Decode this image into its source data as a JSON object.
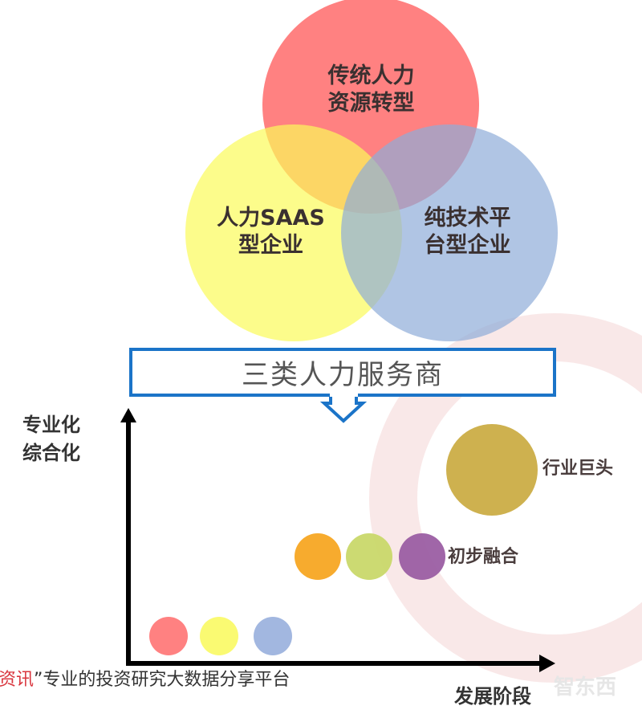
{
  "venn": {
    "circles": [
      {
        "label": "传统人力资源转型",
        "line1": "传统人力",
        "line2": "资源转型",
        "color": "#ff6b6b"
      },
      {
        "label": "人力SAAS型企业",
        "line1": "人力SAAS",
        "line2": "型企业",
        "color": "#fbfb5a"
      },
      {
        "label": "纯技术平台型企业",
        "line1": "纯技术平",
        "line2": "台型企业",
        "color": "#8fadd9"
      }
    ]
  },
  "box_title": "三类人力服务商",
  "axes": {
    "y_label_line1": "专业化",
    "y_label_line2": "综合化",
    "x_label": "发展阶段"
  },
  "bubbles": {
    "top_label": "行业巨头",
    "middle_label": "初步融合",
    "colors": {
      "giant": "#c9a93c",
      "middle": [
        "#f7a623",
        "#c9d86a",
        "#9b5ea3"
      ],
      "bottom": [
        "#ff7a7a",
        "#fafa6a",
        "#9db3de"
      ]
    }
  },
  "footer": {
    "red_text": "资讯",
    "text": "”专业的投资研究大数据分享平台"
  },
  "watermark": "智东西"
}
